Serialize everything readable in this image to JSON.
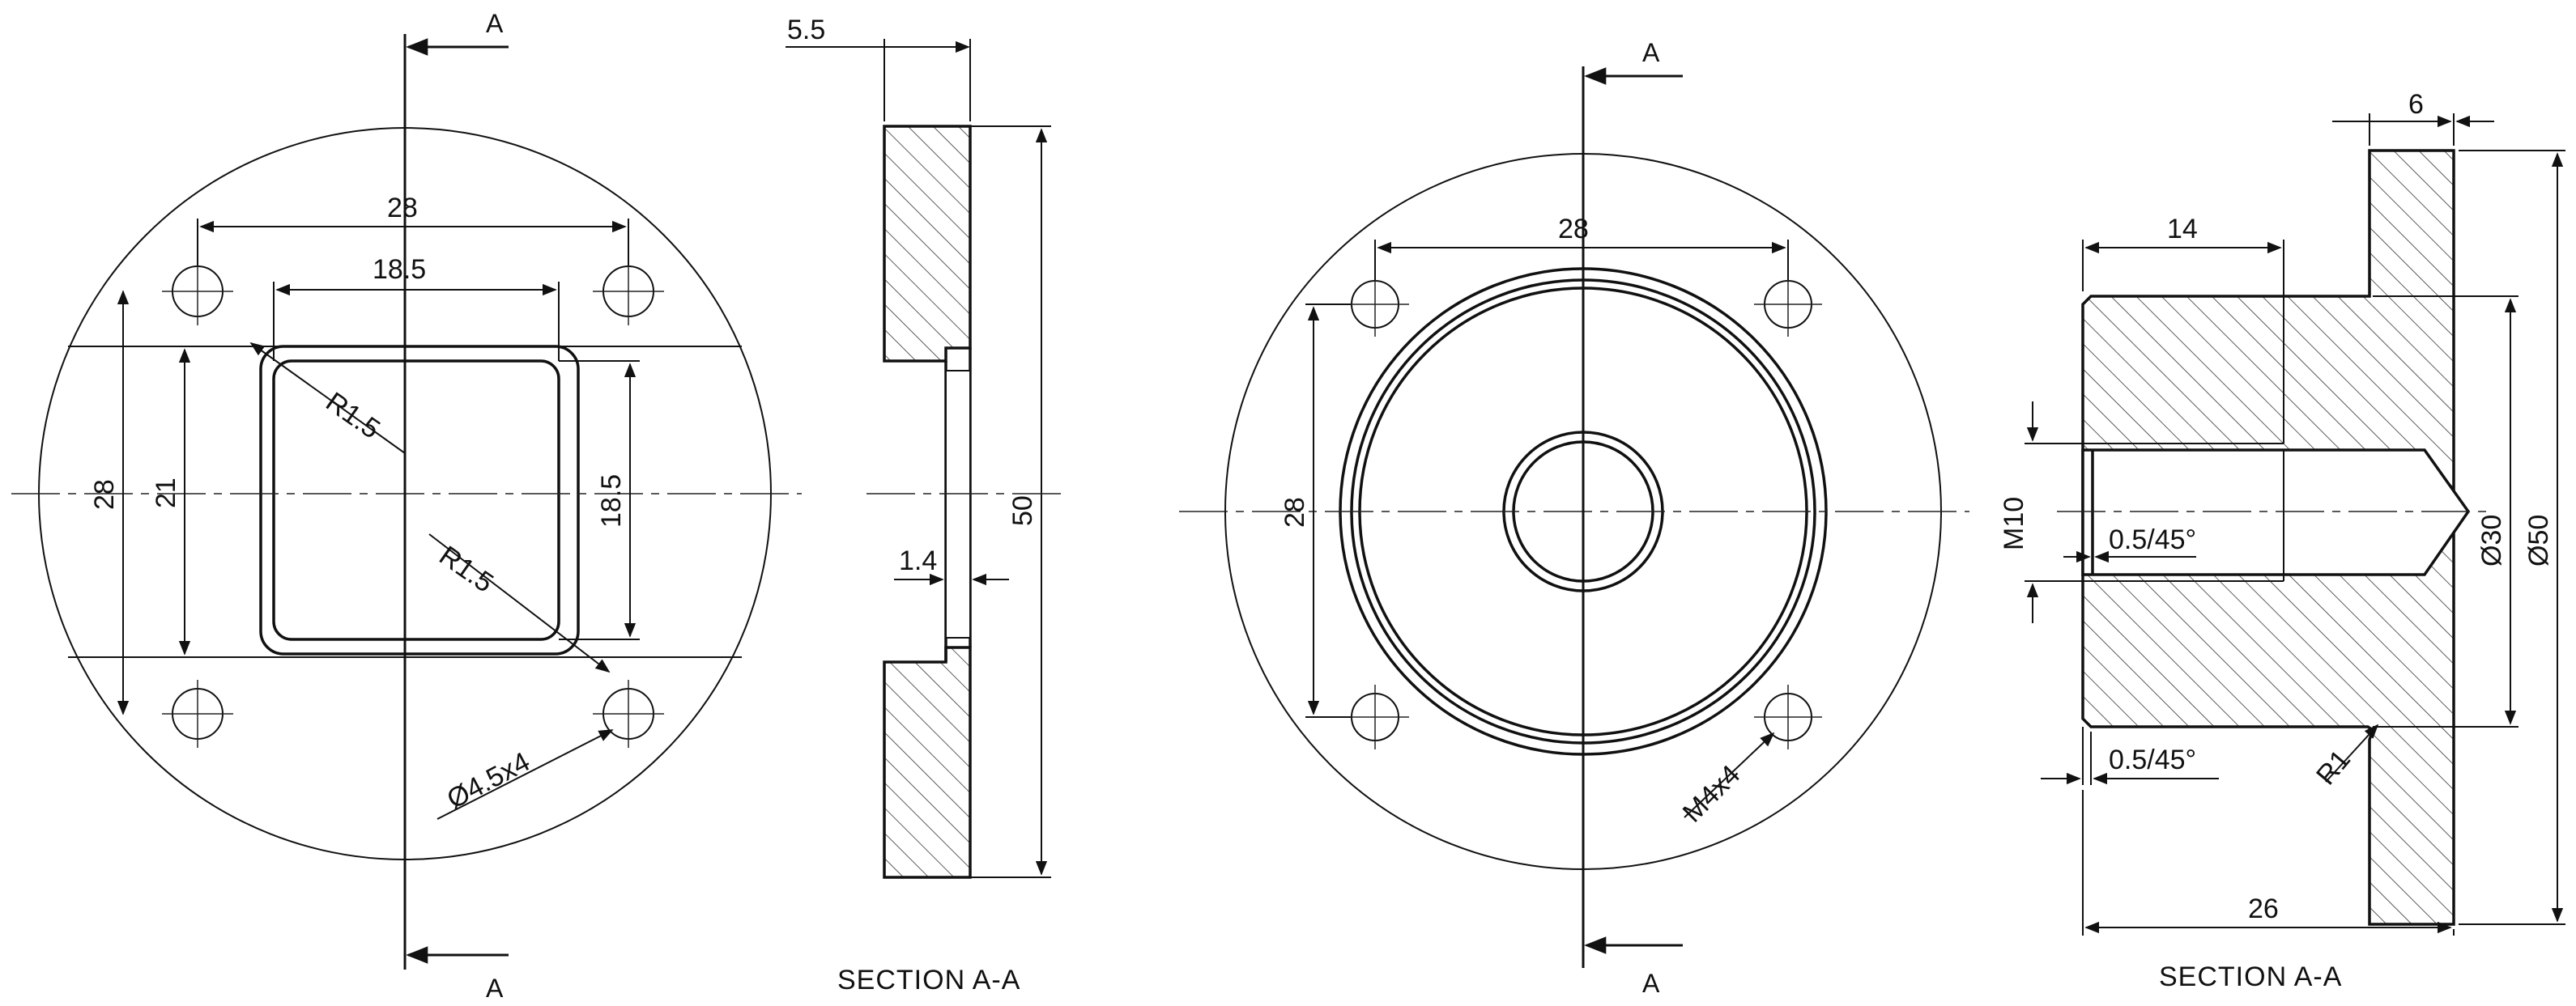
{
  "left": {
    "front": {
      "cutting_plane": "A",
      "cutting_plane_bottom": "A",
      "dim_hole_spacing": "28",
      "dim_pocket_width": "18.5",
      "dim_pocket_height": "18.5",
      "dim_left_28": "28",
      "dim_left_21": "21",
      "dim_r_upper": "R1.5",
      "dim_r_lower": "R1.5",
      "dim_holes": "Ø4.5x4"
    },
    "section": {
      "dim_thickness": "5.5",
      "dim_height": "50",
      "dim_web": "1.4",
      "title": "SECTION A-A"
    }
  },
  "right": {
    "front": {
      "cutting_plane": "A",
      "cutting_plane_bottom": "A",
      "dim_hole_spacing_h": "28",
      "dim_hole_spacing_v": "28",
      "dim_threads": "M4x4"
    },
    "section": {
      "dim_flange": "6",
      "dim_boss": "14",
      "dim_thread": "M10",
      "dim_chamfer_inner": "0.5/45°",
      "dim_chamfer_outer": "0.5/45°",
      "dim_fillet": "R1",
      "dim_d30": "Ø30",
      "dim_d50": "Ø50",
      "dim_length": "26",
      "title": "SECTION A-A"
    }
  }
}
